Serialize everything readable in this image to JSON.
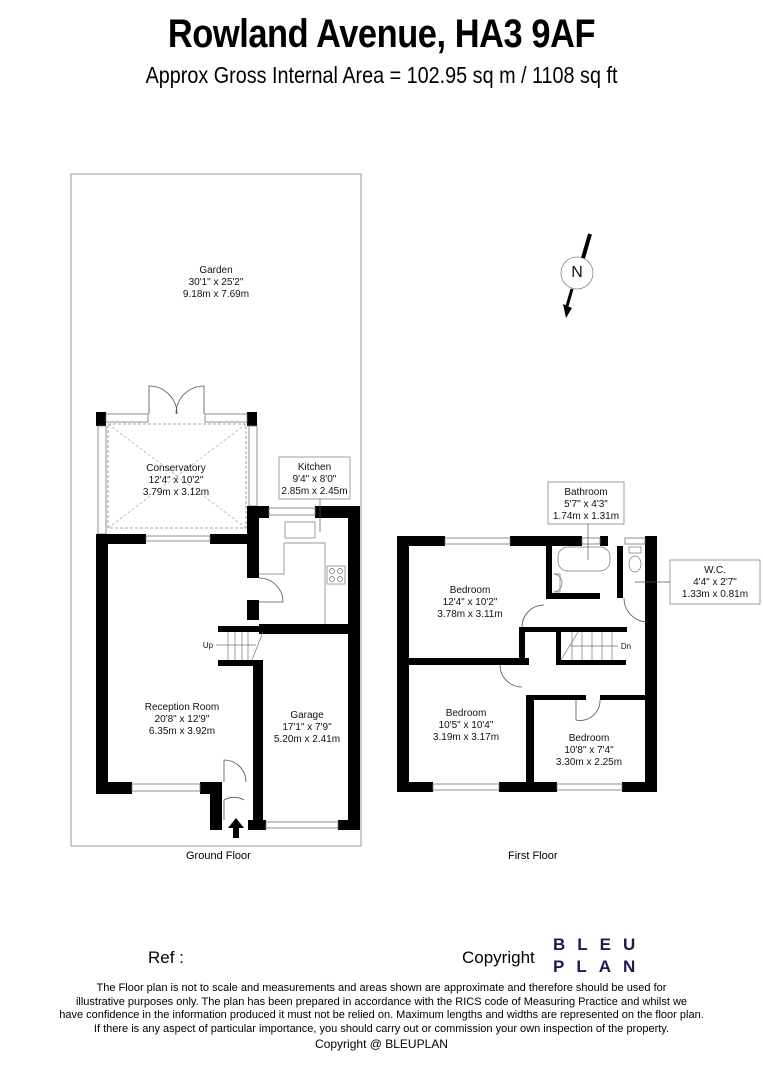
{
  "header": {
    "title": "Rowland Avenue, HA3 9AF",
    "subtitle": "Approx Gross Internal Area = 102.95 sq m / 1108 sq ft"
  },
  "ground_floor": {
    "label": "Ground Floor",
    "rooms": {
      "garden": {
        "name": "Garden",
        "imperial": "30'1\" x 25'2\"",
        "metric": "9.18m x 7.69m"
      },
      "conservatory": {
        "name": "Conservatory",
        "imperial": "12'4\" x 10'2\"",
        "metric": "3.79m x 3.12m"
      },
      "kitchen": {
        "name": "Kitchen",
        "imperial": "9'4\" x 8'0\"",
        "metric": "2.85m x 2.45m"
      },
      "reception": {
        "name": "Reception Room",
        "imperial": "20'8\" x 12'9\"",
        "metric": "6.35m x 3.92m"
      },
      "garage": {
        "name": "Garage",
        "imperial": "17'1\" x 7'9\"",
        "metric": "5.20m x 2.41m"
      }
    },
    "stairs_label": "Up"
  },
  "first_floor": {
    "label": "First Floor",
    "rooms": {
      "bathroom": {
        "name": "Bathroom",
        "imperial": "5'7\" x 4'3\"",
        "metric": "1.74m x 1.31m"
      },
      "wc": {
        "name": "W.C.",
        "imperial": "4'4\" x 2'7\"",
        "metric": "1.33m x 0.81m"
      },
      "bedroom1": {
        "name": "Bedroom",
        "imperial": "12'4\" x 10'2\"",
        "metric": "3.78m x 3.11m"
      },
      "bedroom2": {
        "name": "Bedroom",
        "imperial": "10'5\" x 10'4\"",
        "metric": "3.19m x 3.17m"
      },
      "bedroom3": {
        "name": "Bedroom",
        "imperial": "10'8\" x 7'4\"",
        "metric": "3.30m x 2.25m"
      }
    },
    "stairs_label": "Dn"
  },
  "compass": {
    "letter": "N"
  },
  "footer": {
    "ref_label": "Ref  :",
    "copyright_label": "Copyright",
    "logo_line1": "BLEU",
    "logo_line2": "PLAN",
    "logo_color": "#1c1a4e",
    "disclaimer_lines": [
      "The Floor plan is not to scale and measurements and areas shown are approximate and therefore should be used for",
      "illustrative purposes only. The plan has been prepared in accordance with the RICS code of Measuring Practice and whilst we",
      "have confidence in the information produced it must not be relied on. Maximum lengths and widths are represented on the floor plan.",
      "If there is any aspect of particular importance, you should carry out or commission your own inspection of the property."
    ],
    "copyright_line": "Copyright @ BLEUPLAN"
  }
}
